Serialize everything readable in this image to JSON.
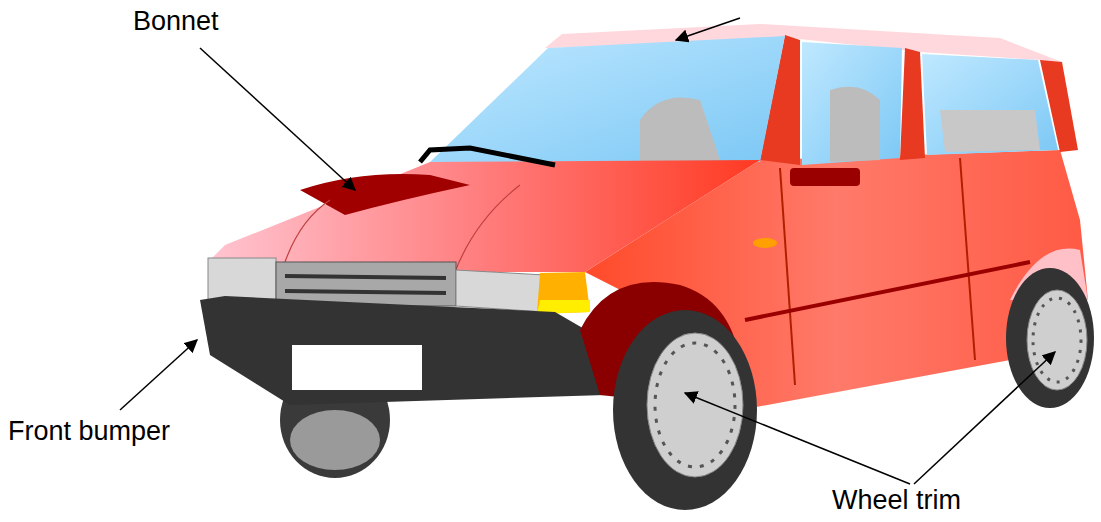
{
  "diagram": {
    "labels": [
      "Bonnet",
      "Front bumper",
      "Wheel trim"
    ]
  }
}
